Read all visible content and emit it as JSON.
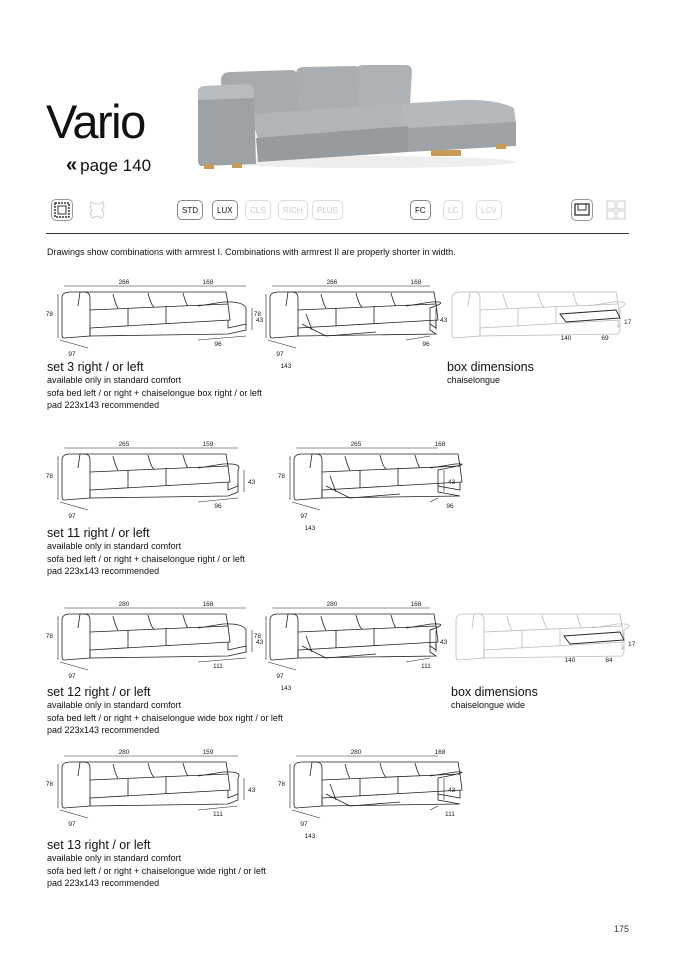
{
  "header": {
    "title": "Vario",
    "page_ref_arrow": "«",
    "page_ref": "page 140"
  },
  "badges": [
    {
      "label": "STD",
      "active": true
    },
    {
      "label": "LUX",
      "active": true
    },
    {
      "label": "CLS",
      "active": false
    },
    {
      "label": "RICH",
      "active": false
    },
    {
      "label": "PLUS",
      "active": false
    },
    {
      "label": "FC",
      "active": true
    },
    {
      "label": "LC",
      "active": false
    },
    {
      "label": "LCV",
      "active": false
    }
  ],
  "note": "Drawings show combinations with armrest I. Combinations with armrest II are properly shorter in width.",
  "sets": [
    {
      "title": "set 3 right / or left",
      "lines": [
        "available only in standard comfort",
        "sofa bed left / or right + chaiselongue box right / or left",
        "pad 223x143 recommended"
      ],
      "dims_a": {
        "w1": "266",
        "w2": "168",
        "h": "78",
        "h2": "43",
        "d": "97",
        "d2": "96"
      },
      "dims_b": {
        "w1": "266",
        "w2": "168",
        "h": "78",
        "h2": "43",
        "d": "97",
        "d2": "96",
        "d3": "143"
      }
    },
    {
      "title": "set 11 right / or left",
      "lines": [
        "available only in standard comfort",
        "sofa bed left / or right + chaiselongue right / or left",
        "pad 223x143 recommended"
      ],
      "dims_a": {
        "w1": "265",
        "w2": "159",
        "h": "78",
        "h2": "43",
        "d": "97",
        "d2": "96"
      },
      "dims_b": {
        "w1": "265",
        "w2": "168",
        "h": "78",
        "h2": "43",
        "d": "97",
        "d2": "96",
        "d3": "143"
      }
    },
    {
      "title": "set 12 right / or left",
      "lines": [
        "available only in standard comfort",
        "sofa bed left / or right + chaiselongue wide box right / or left",
        "pad 223x143 recommended"
      ],
      "dims_a": {
        "w1": "280",
        "w2": "168",
        "h": "78",
        "h2": "43",
        "d": "97",
        "d2": "111"
      },
      "dims_b": {
        "w1": "280",
        "w2": "168",
        "h": "78",
        "h2": "43",
        "d": "97",
        "d2": "111",
        "d3": "143"
      }
    },
    {
      "title": "set 13 right / or left",
      "lines": [
        "available only in standard comfort",
        "sofa bed left / or right + chaiselongue wide right / or left",
        "pad 223x143 recommended"
      ],
      "dims_a": {
        "w1": "280",
        "w2": "159",
        "h": "78",
        "h2": "43",
        "d": "97",
        "d2": "111"
      },
      "dims_b": {
        "w1": "280",
        "w2": "168",
        "h": "78",
        "h2": "43",
        "d": "97",
        "d2": "111",
        "d3": "143"
      }
    }
  ],
  "box_dimensions": [
    {
      "title": "box dimensions",
      "sub": "chaiselongue",
      "d1": "140",
      "d2": "69",
      "h": "17"
    },
    {
      "title": "box dimensions",
      "sub": "chaiselongue wide",
      "d1": "140",
      "d2": "84",
      "h": "17"
    }
  ],
  "page_number": "175"
}
